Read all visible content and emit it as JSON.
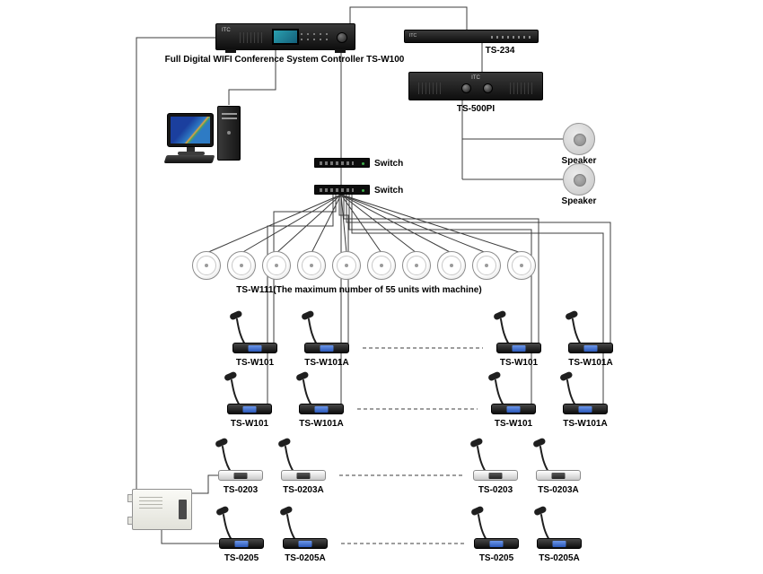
{
  "brand": "ITC",
  "devices": {
    "controller": {
      "label": "Full Digital WIFI Conference System Controller TS-W100"
    },
    "ts234": {
      "label": "TS-234"
    },
    "ts500pi": {
      "label": "TS-500PI"
    },
    "speakers": [
      {
        "label": "Speaker"
      },
      {
        "label": "Speaker"
      }
    ],
    "switches": [
      {
        "label": "Switch"
      },
      {
        "label": "Switch"
      }
    ]
  },
  "ceiling": {
    "label": "TS-W111(The maximum number of 55 units with machine)",
    "count": 10
  },
  "mic_rows": [
    {
      "style": "dark",
      "units": [
        {
          "label": "TS-W101"
        },
        {
          "label": "TS-W101A"
        },
        {
          "label": "TS-W101"
        },
        {
          "label": "TS-W101A"
        }
      ]
    },
    {
      "style": "dark",
      "units": [
        {
          "label": "TS-W101"
        },
        {
          "label": "TS-W101A"
        },
        {
          "label": "TS-W101"
        },
        {
          "label": "TS-W101A"
        }
      ]
    },
    {
      "style": "light",
      "units": [
        {
          "label": "TS-0203"
        },
        {
          "label": "TS-0203A"
        },
        {
          "label": "TS-0203"
        },
        {
          "label": "TS-0203A"
        }
      ]
    },
    {
      "style": "dark",
      "units": [
        {
          "label": "TS-0205"
        },
        {
          "label": "TS-0205A"
        },
        {
          "label": "TS-0205"
        },
        {
          "label": "TS-0205A"
        }
      ]
    }
  ],
  "colors": {
    "wire": "#3c3c3c",
    "mic_screen_blue": "#2a57b8",
    "rack_black": "#161616"
  }
}
